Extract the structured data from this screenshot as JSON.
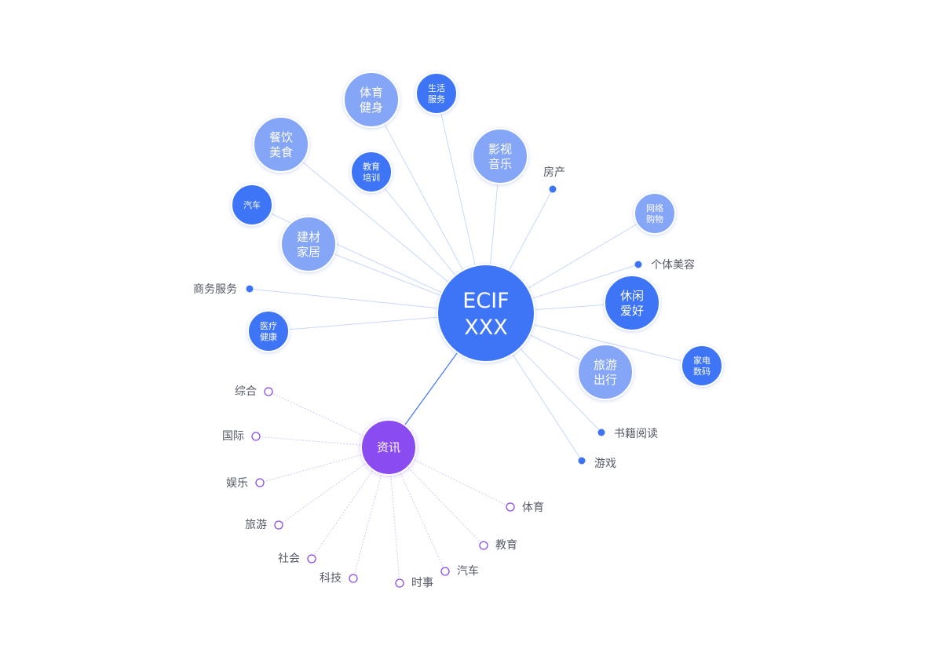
{
  "center": {
    "lines": [
      "ECIF",
      "XXX"
    ]
  },
  "news": {
    "label": "资讯"
  },
  "categories": [
    {
      "key": "sports-fitness",
      "lines": [
        "体育",
        "健身"
      ],
      "tone": "light"
    },
    {
      "key": "life-service",
      "lines": [
        "生活",
        "服务"
      ],
      "tone": "dark"
    },
    {
      "key": "food-dining",
      "lines": [
        "餐饮",
        "美食"
      ],
      "tone": "light"
    },
    {
      "key": "education-training",
      "lines": [
        "教育",
        "培训"
      ],
      "tone": "dark"
    },
    {
      "key": "film-music",
      "lines": [
        "影视",
        "音乐"
      ],
      "tone": "light"
    },
    {
      "key": "car",
      "lines": [
        "汽车"
      ],
      "tone": "dark"
    },
    {
      "key": "building-home",
      "lines": [
        "建材",
        "家居"
      ],
      "tone": "light"
    },
    {
      "key": "online-shopping",
      "lines": [
        "网络",
        "购物"
      ],
      "tone": "light"
    },
    {
      "key": "leisure-hobby",
      "lines": [
        "休闲",
        "爱好"
      ],
      "tone": "dark"
    },
    {
      "key": "medical-health",
      "lines": [
        "医疗",
        "健康"
      ],
      "tone": "dark"
    },
    {
      "key": "travel",
      "lines": [
        "旅游",
        "出行"
      ],
      "tone": "light"
    },
    {
      "key": "appliance-digital",
      "lines": [
        "家电",
        "数码"
      ],
      "tone": "dark"
    }
  ],
  "center_leaves": [
    "房产",
    "个体美容",
    "商务服务",
    "书籍阅读",
    "游戏"
  ],
  "news_leaves": [
    "综合",
    "国际",
    "娱乐",
    "旅游",
    "社会",
    "科技",
    "时事",
    "汽车",
    "教育",
    "体育"
  ],
  "colors": {
    "primary": "#3d74f6",
    "light": "#85a6f7",
    "purple": "#8a4cf0",
    "edge": "#c8d7fb",
    "news_edge": "#d5c6f7",
    "leaf_text": "#555a66"
  }
}
